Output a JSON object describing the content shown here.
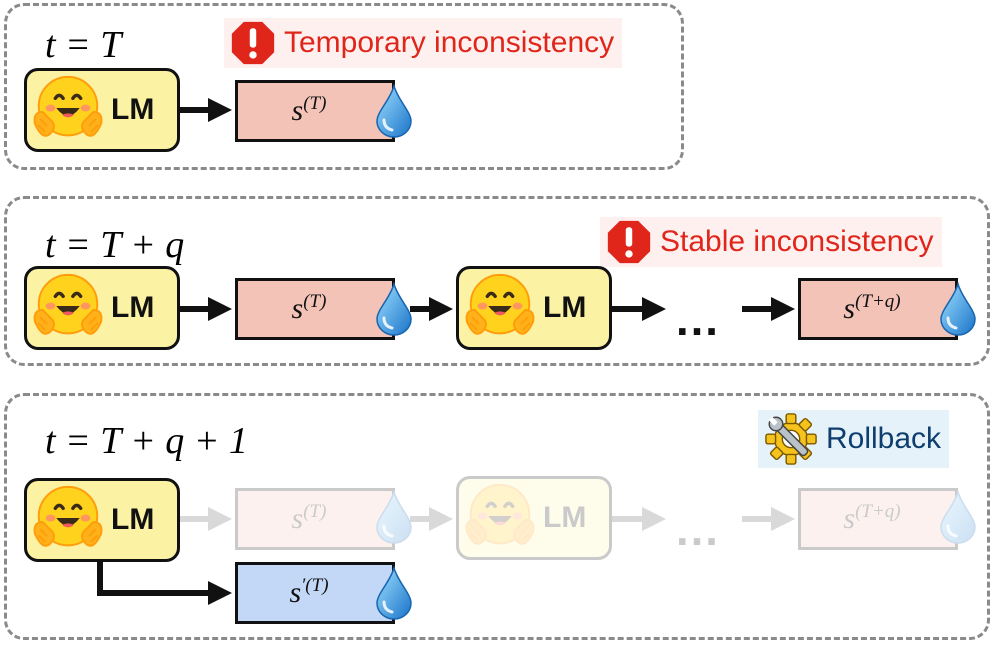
{
  "panels": [
    {
      "time_label": "t = T",
      "callout": "Temporary inconsistency",
      "callout_icon": "stop-warning-icon",
      "lm_label": "LM",
      "state_label_base": "s",
      "state_label_sup": "(T)"
    },
    {
      "time_label": "t = T + q",
      "callout": "Stable inconsistency",
      "callout_icon": "stop-warning-icon",
      "lm_label": "LM",
      "lm2_label": "LM",
      "state1_label_base": "s",
      "state1_label_sup": "(T)",
      "dots": "…",
      "state2_label_base": "s",
      "state2_label_sup": "(T+q)"
    },
    {
      "time_label": "t = T + q + 1",
      "callout": "Rollback",
      "callout_icon": "gear-wrench-icon",
      "lm_label": "LM",
      "lm2_label": "LM",
      "ghost_state1_base": "s",
      "ghost_state1_sup": "(T)",
      "dots": "…",
      "ghost_state2_base": "s",
      "ghost_state2_sup": "(T+q)",
      "new_state_base": "s",
      "new_state_sup": "′(T)"
    }
  ],
  "colors": {
    "lm_fill": "#fbf2a4",
    "state_fill": "#f3c3b8",
    "new_state_fill": "#c3d7f7",
    "warning_text": "#e0261b",
    "rollback_text": "#0d3e6e",
    "panel_border": "#8a8a8a"
  }
}
